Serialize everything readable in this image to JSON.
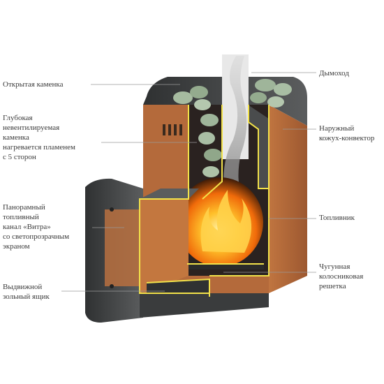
{
  "colors": {
    "casing": "#b7693a",
    "casing_dark": "#8a4b26",
    "metal_dark": "#3b3d3e",
    "metal_mid": "#5a5c5d",
    "outline": "#f2e24a",
    "stones": "#9fb59a",
    "flame": "#ff9a1a",
    "leader": "#9a9a9a",
    "text": "#3a3a3a"
  },
  "labels": {
    "open_heater": "Открытая каменка",
    "deep_heater": "Глубокая\nневентилируемая\nкаменка\nнагревается пламенем\nс 5 сторон",
    "panoramic_channel": "Панорамный\nтопливный\nканал «Витра»\nсо светопрозрачным\nэкраном",
    "ash_drawer": "Выдвижной\nзольный ящик",
    "chimney": "Дымоход",
    "outer_casing": "Наружный\nкожух-конвектор",
    "firebox": "Топливник",
    "grate": "Чугунная\nколосниковая\nрешетка"
  }
}
